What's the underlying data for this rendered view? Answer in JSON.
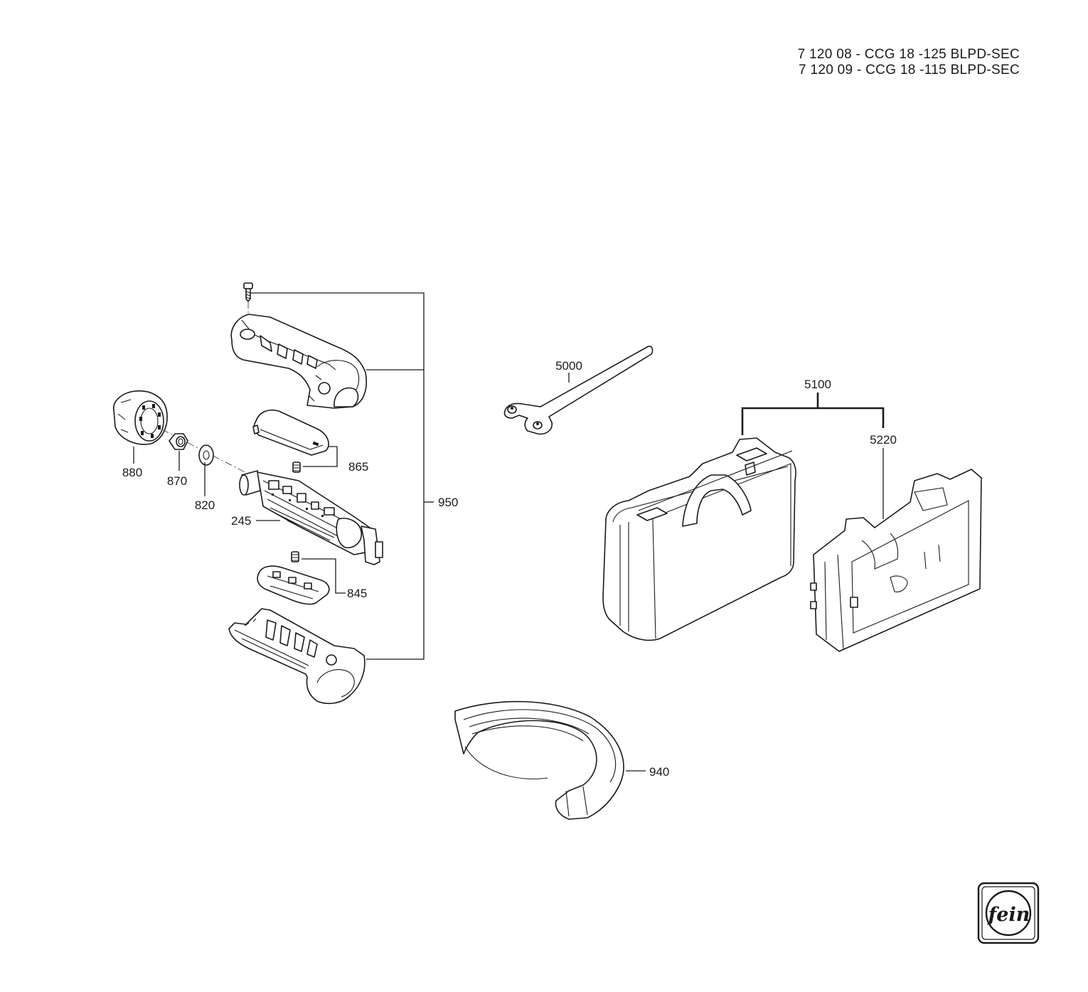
{
  "header": {
    "model_line_1": "7 120 08 - CCG 18 -125 BLPD-SEC",
    "model_line_2": "7 120 09 - CCG 18 -115 BLPD-SEC"
  },
  "parts": {
    "p245": "245",
    "p820": "820",
    "p845": "845",
    "p865": "865",
    "p870": "870",
    "p880": "880",
    "p940": "940",
    "p950": "950",
    "p5000": "5000",
    "p5100": "5100",
    "p5220": "5220"
  },
  "logo": {
    "text": "fein"
  }
}
